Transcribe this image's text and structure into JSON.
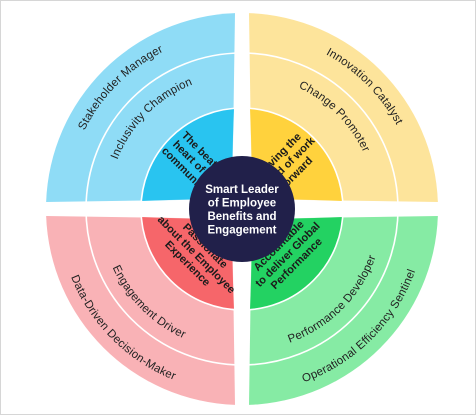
{
  "center": {
    "lines": [
      "Smart Leader",
      "of Employee",
      "Benefits and",
      "Engagement"
    ],
    "color": "#21204a",
    "text_color": "#ffffff"
  },
  "quadrants": [
    {
      "id": "top-left",
      "outer_label": "Stakeholder Manager",
      "middle_label": "Inclusivity Champion",
      "inner_lines": [
        "The beating",
        "heart of our",
        "communities"
      ],
      "colors": {
        "outer": "#8fdcf6",
        "inner": "#29c4f0",
        "core": "#1aa8d8"
      },
      "text_color": "#222222"
    },
    {
      "id": "top-right",
      "outer_label": "Innovation Catalyst",
      "middle_label": "Change Promoter",
      "inner_lines": [
        "Moving the",
        "world of work",
        "forward"
      ],
      "colors": {
        "outer": "#fde49b",
        "inner": "#ffd23d",
        "core": "#f2bf1c"
      },
      "text_color": "#222222"
    },
    {
      "id": "bottom-right",
      "outer_label": "Operational Efficiency Sentinel",
      "middle_label": "Performance Developer",
      "inner_lines": [
        "Accountable",
        "to deliver Global",
        "Performance"
      ],
      "colors": {
        "outer": "#86eba4",
        "inner": "#23d262",
        "core": "#14b650"
      },
      "text_color": "#222222"
    },
    {
      "id": "bottom-left",
      "outer_label": "Data-Driven Decision-Maker",
      "middle_label": "Engagement Driver",
      "inner_lines": [
        "Passionate",
        "about the Employee",
        "Experience"
      ],
      "colors": {
        "outer": "#f9b2b6",
        "inner": "#f6666a",
        "core": "#e9474c"
      },
      "text_color": "#222222"
    }
  ]
}
